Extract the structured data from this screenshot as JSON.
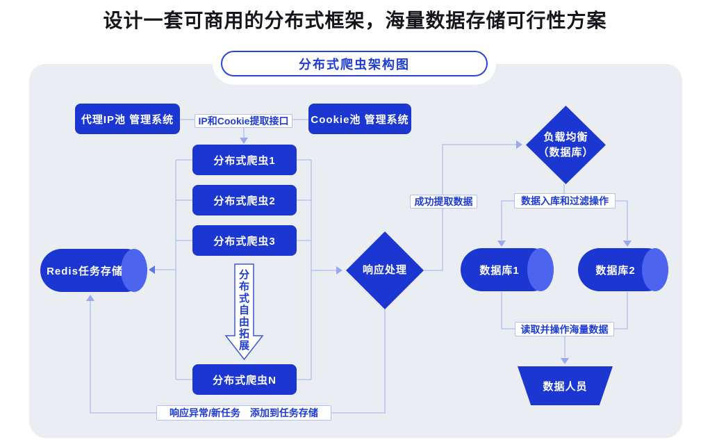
{
  "title": "设计一套可商用的分布式框架，海量数据存储可行性方案",
  "diagram_header": "分布式爬虫架构图",
  "colors": {
    "primary_blue": "#1b36d1",
    "cap_blue": "#4d65ee",
    "line_blue": "#b7c3f0",
    "arrow_blue": "#98a9f0",
    "deep_arrow_blue": "#5d76e8",
    "label_text_blue": "#1e3bd4",
    "label_border_blue": "#b3c0ee",
    "canvas_bg": "#eaeef3",
    "node_text": "#ffffff",
    "title_color": "#15161b"
  },
  "nodes": {
    "proxy_pool": {
      "label": "代理IP池 管理系统"
    },
    "ip_cookie_api": {
      "label": "IP和Cookie提取接口"
    },
    "cookie_pool": {
      "label": "Cookie池 管理系统"
    },
    "crawler_1": {
      "label": "分布式爬虫1"
    },
    "crawler_2": {
      "label": "分布式爬虫2"
    },
    "crawler_3": {
      "label": "分布式爬虫3"
    },
    "crawler_n": {
      "label": "分布式爬虫N"
    },
    "scale_note": {
      "label": "分布式自由拓展"
    },
    "redis_store": {
      "label": "Redis任务存储"
    },
    "response_handler": {
      "label": "响应处理"
    },
    "load_balancer": {
      "line1": "负载均衡",
      "line2": "（数据库）"
    },
    "database_1": {
      "label": "数据库1"
    },
    "database_2": {
      "label": "数据库2"
    },
    "data_staff": {
      "label": "数据人员"
    }
  },
  "edge_labels": {
    "success_extract": "成功提取数据",
    "store_and_filter": "数据入库和过滤操作",
    "read_massive_data": "读取并操作海量数据",
    "exception_new_task": "响应异常/新任务　添加到任务存储"
  }
}
